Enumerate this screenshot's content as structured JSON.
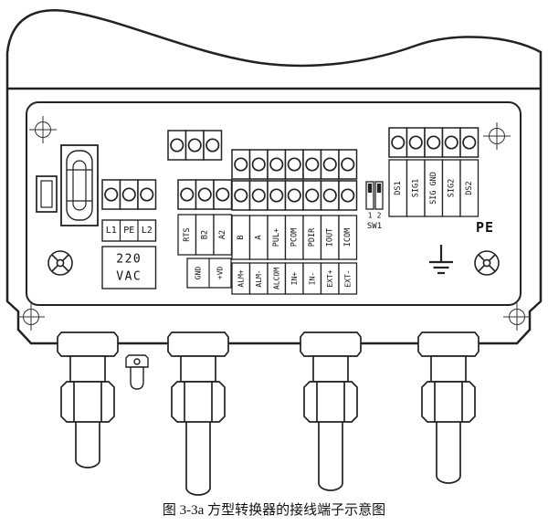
{
  "caption": "图 3-3a 方型转换器的接线端子示意图",
  "power": {
    "terminals": [
      "L1",
      "PE",
      "L2"
    ],
    "voltage": [
      "220",
      "VAC"
    ]
  },
  "comm": {
    "terminals": [
      "RTS",
      "B2",
      "A2"
    ],
    "aux": [
      "GND",
      "+VD"
    ]
  },
  "io": {
    "row1": [
      "B",
      "A",
      "PUL+",
      "PCOM",
      "PDIR",
      "IOUT",
      "ICOM"
    ],
    "row2": [
      "ALM+",
      "ALM-",
      "ALCOM",
      "IN+",
      "IN-",
      "EXT+",
      "EXT-"
    ]
  },
  "sensor": {
    "terminals": [
      "DS1",
      "SIG1",
      "SIG GND",
      "SIG2",
      "DS2"
    ]
  },
  "dip_switch": {
    "pins": [
      "1",
      "2"
    ],
    "name": "SW1"
  },
  "earth": {
    "label": "PE"
  },
  "colors": {
    "line": "#222222",
    "background": "#ffffff"
  }
}
